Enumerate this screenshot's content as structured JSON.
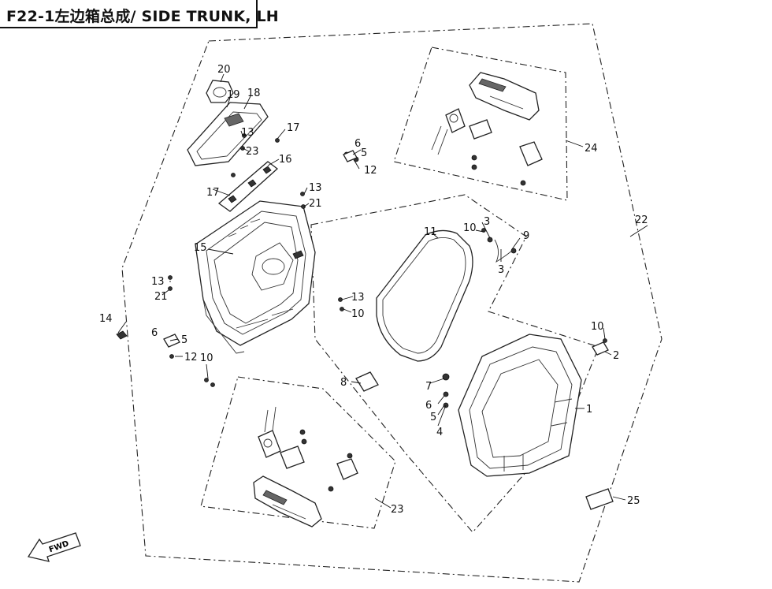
{
  "title": "F22-1左边箱总成/  SIDE TRUNK, LH",
  "fwd_label": "FWD",
  "callouts": {
    "c1": "1",
    "c2": "2",
    "c3a": "3",
    "c3b": "3",
    "c4": "4",
    "c5a": "5",
    "c5b": "5",
    "c5c": "5",
    "c6a": "6",
    "c6b": "6",
    "c6c": "6",
    "c7": "7",
    "c8": "8",
    "c9": "9",
    "c10a": "10",
    "c10b": "10",
    "c10c": "10",
    "c10d": "10",
    "c11": "11",
    "c12a": "12",
    "c12b": "12",
    "c13a": "13",
    "c13b": "13",
    "c13c": "13",
    "c13d": "13",
    "c14": "14",
    "c15": "15",
    "c16": "16",
    "c17a": "17",
    "c17b": "17",
    "c18": "18",
    "c19": "19",
    "c20": "20",
    "c21a": "21",
    "c21b": "21",
    "c22": "22",
    "c23a": "23",
    "c23b": "23",
    "c24": "24",
    "c25": "25"
  }
}
